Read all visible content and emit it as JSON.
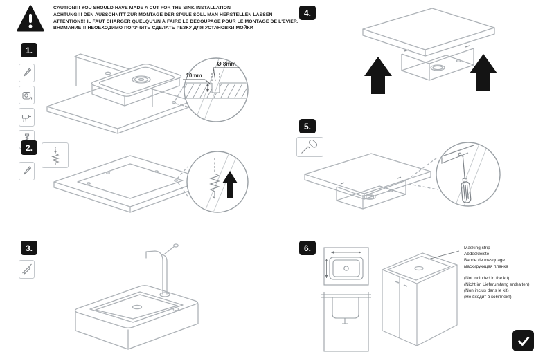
{
  "colors": {
    "ink": "#141414",
    "line_art": "#adb2b7",
    "detail_line": "#8f9499",
    "label_text": "#333333"
  },
  "warning": {
    "icon": "warning-triangle-icon",
    "lines": [
      "CAUTION!!! YOU SHOULD HAVE MADE A CUT FOR THE SINK INSTALLATION",
      "ACHTUNG!!! DEN AUSSCHNITT ZUR MONTAGE DER SPÜLE SOLL MAN HERSTELLEN LASSEN",
      "ATTENTION!!! IL FAUT CHARGER QUELQU'UN À FAIRE LE DECOUPAGE POUR LE MONTAGE DE L'EVIER.",
      "ВНИМАНИЕ!!! НЕОБХОДИМО ПОРУЧИТЬ СДЕЛАТЬ РЕЗКУ ДЛЯ УСТАНОВКИ МОЙКИ"
    ]
  },
  "steps": {
    "s1": {
      "number": "1.",
      "tool_icons": [
        "scribe-icon",
        "tape-measure-icon",
        "drill-icon",
        "screw-icon"
      ],
      "detail": {
        "diameter_label": "Ø 8mm",
        "depth_label": "10mm"
      }
    },
    "s2": {
      "number": "2.",
      "tool_icons": [
        "spring-screw-icon",
        "scribe-icon"
      ]
    },
    "s3": {
      "number": "3.",
      "tool_icons": [
        "caulk-gun-icon"
      ]
    },
    "s4": {
      "number": "4."
    },
    "s5": {
      "number": "5.",
      "tool_icons": [
        "screwdriver-icon"
      ]
    },
    "s6": {
      "number": "6.",
      "masking_strip_labels": [
        "Masking strip",
        "Abdeckleiste",
        "Bande de masquage",
        "маскирующая планка"
      ],
      "not_included_notes": [
        "(Not included in the kit)",
        "(Nicht im Lieferumfang enthalten)",
        "(Non inclus dans le kit)",
        "(Не входит в комплект)"
      ],
      "confirm_icon": "checkmark-icon"
    }
  }
}
